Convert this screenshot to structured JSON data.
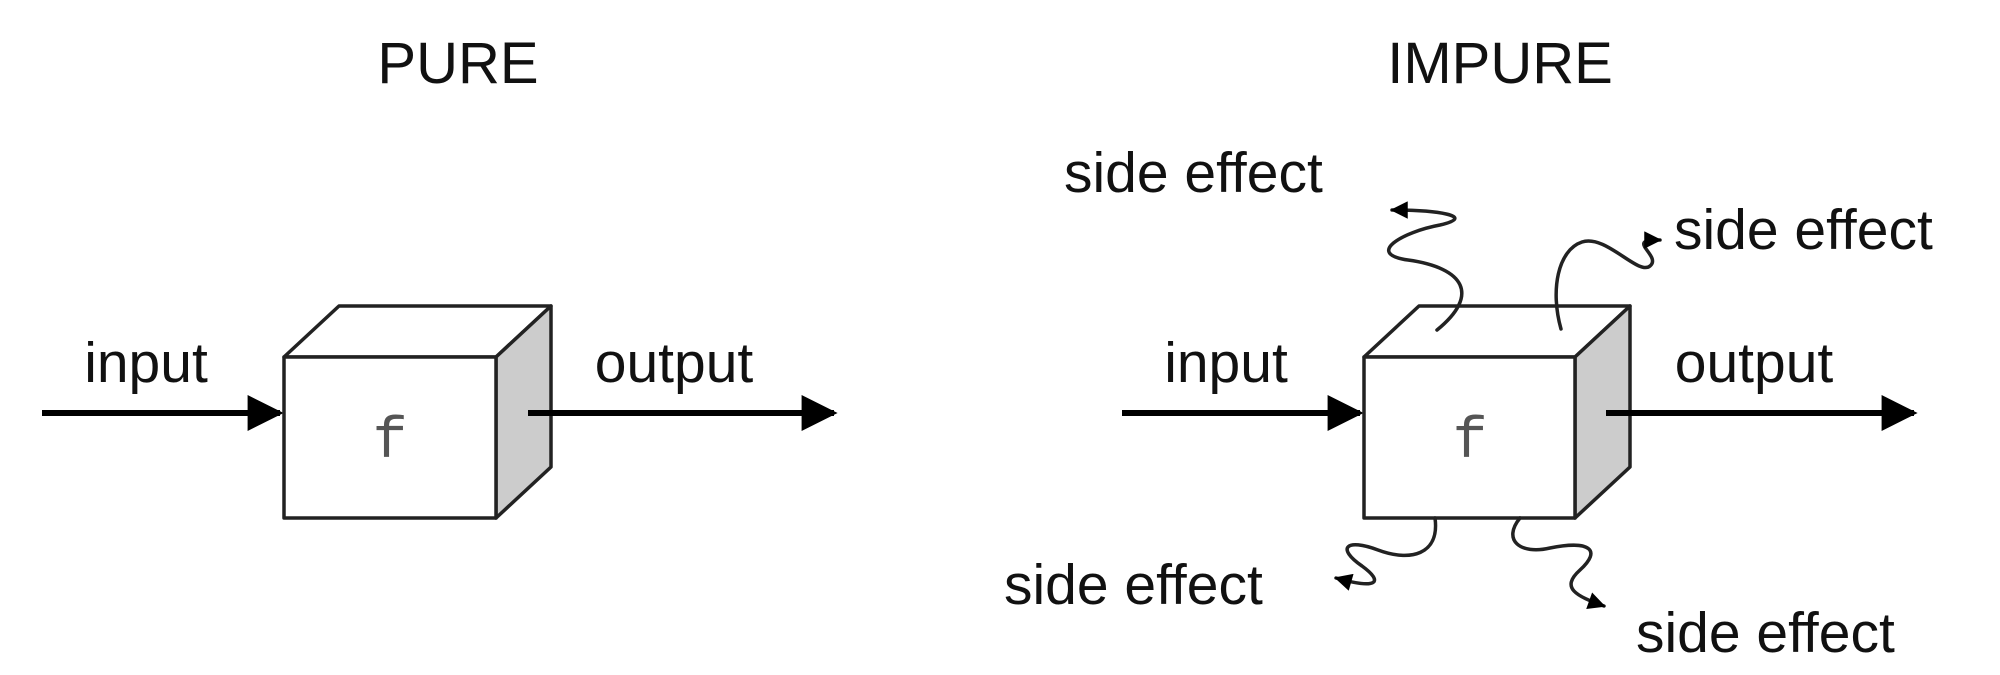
{
  "pure": {
    "title": "PURE",
    "input_label": "input",
    "output_label": "output",
    "function_label": "f"
  },
  "impure": {
    "title": "IMPURE",
    "input_label": "input",
    "output_label": "output",
    "function_label": "f",
    "side_effects": [
      "side effect",
      "side effect",
      "side effect",
      "side effect"
    ]
  },
  "colors": {
    "box_front": "#ffffff",
    "box_top": "#ffffff",
    "box_side": "#cccccc",
    "stroke": "#222222"
  }
}
